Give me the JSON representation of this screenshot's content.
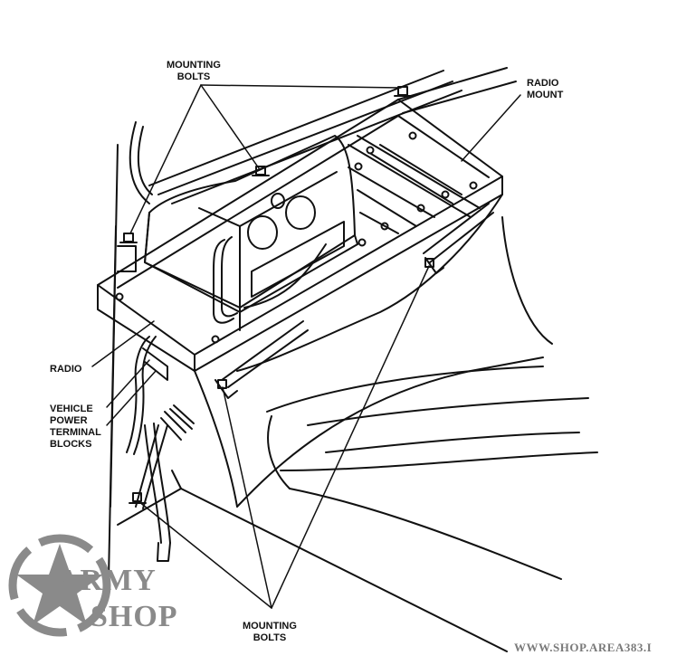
{
  "labels": {
    "mounting_bolts_top": "MOUNTING\nBOLTS",
    "radio_mount": "RADIO\nMOUNT",
    "radio": "RADIO",
    "vehicle_power_terminal_blocks": "VEHICLE\nPOWER\nTERMINAL\nBLOCKS",
    "mounting_bolts_bottom": "MOUNTING\nBOLTS"
  },
  "watermark": {
    "logo_word_1": "ARMY",
    "logo_word_2": "SHOP",
    "url": "WWW.SHOP.AREA383.I"
  },
  "colors": {
    "line": "#111111",
    "watermark": "#8a8a8a"
  }
}
